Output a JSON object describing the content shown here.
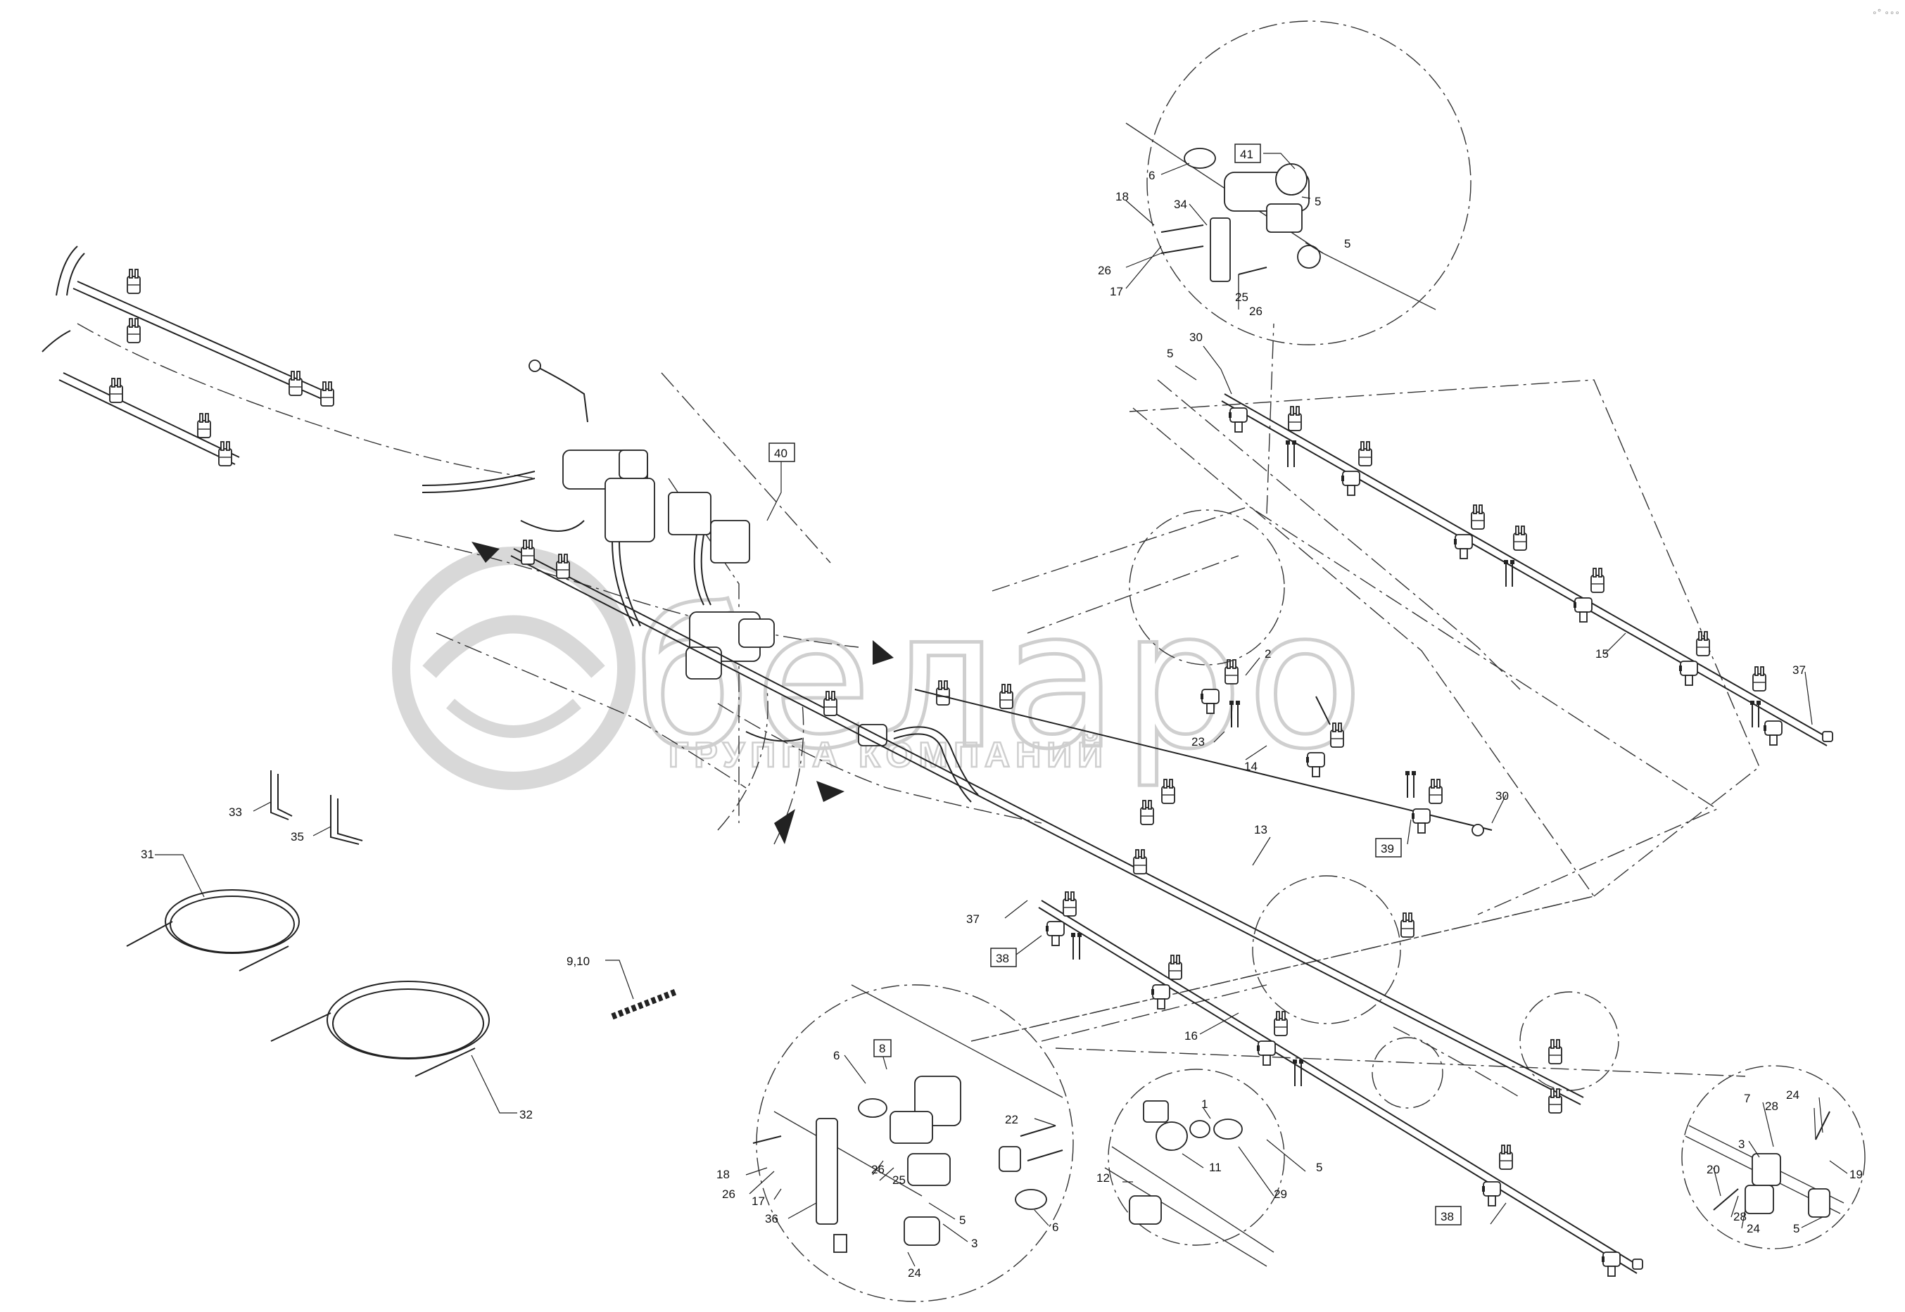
{
  "watermark": {
    "brand": "беларо",
    "subtitle": "ГРУППА КОМПАНИЙ"
  },
  "corner_mark": "∘° ∘∘∘",
  "callouts": [
    {
      "id": "c41",
      "text": "41",
      "boxed": true
    },
    {
      "id": "c6a",
      "text": "6"
    },
    {
      "id": "c5a",
      "text": "5"
    },
    {
      "id": "c18a",
      "text": "18"
    },
    {
      "id": "c34",
      "text": "34"
    },
    {
      "id": "c5b",
      "text": "5"
    },
    {
      "id": "c26a",
      "text": "26"
    },
    {
      "id": "c17a",
      "text": "17"
    },
    {
      "id": "c25a",
      "text": "25"
    },
    {
      "id": "c26b",
      "text": "26"
    },
    {
      "id": "c30a",
      "text": "30"
    },
    {
      "id": "c5c",
      "text": "5"
    },
    {
      "id": "c40",
      "text": "40",
      "boxed": true
    },
    {
      "id": "c15",
      "text": "15"
    },
    {
      "id": "c37a",
      "text": "37"
    },
    {
      "id": "c2",
      "text": "2"
    },
    {
      "id": "c23",
      "text": "23"
    },
    {
      "id": "c14",
      "text": "14"
    },
    {
      "id": "c30b",
      "text": "30"
    },
    {
      "id": "c39",
      "text": "39",
      "boxed": true
    },
    {
      "id": "c13",
      "text": "13"
    },
    {
      "id": "c33",
      "text": "33"
    },
    {
      "id": "c35",
      "text": "35"
    },
    {
      "id": "c31",
      "text": "31"
    },
    {
      "id": "c37b",
      "text": "37"
    },
    {
      "id": "c38a",
      "text": "38",
      "boxed": true
    },
    {
      "id": "c910",
      "text": "9,10"
    },
    {
      "id": "c16",
      "text": "16"
    },
    {
      "id": "c32",
      "text": "32"
    },
    {
      "id": "c8",
      "text": "8",
      "boxed": true
    },
    {
      "id": "c6b",
      "text": "6"
    },
    {
      "id": "c22",
      "text": "22"
    },
    {
      "id": "c18b",
      "text": "18"
    },
    {
      "id": "c26c",
      "text": "26"
    },
    {
      "id": "c26d",
      "text": "26"
    },
    {
      "id": "c25b",
      "text": "25"
    },
    {
      "id": "c17b",
      "text": "17"
    },
    {
      "id": "c36",
      "text": "36"
    },
    {
      "id": "c5d",
      "text": "5"
    },
    {
      "id": "c3a",
      "text": "3"
    },
    {
      "id": "c6c",
      "text": "6"
    },
    {
      "id": "c24a",
      "text": "24"
    },
    {
      "id": "c1",
      "text": "1"
    },
    {
      "id": "c12",
      "text": "12"
    },
    {
      "id": "c11",
      "text": "11"
    },
    {
      "id": "c5e",
      "text": "5"
    },
    {
      "id": "c29",
      "text": "29"
    },
    {
      "id": "c38b",
      "text": "38",
      "boxed": true
    },
    {
      "id": "c7",
      "text": "7"
    },
    {
      "id": "c28a",
      "text": "28"
    },
    {
      "id": "c24b",
      "text": "24"
    },
    {
      "id": "c3b",
      "text": "3"
    },
    {
      "id": "c19",
      "text": "19"
    },
    {
      "id": "c20",
      "text": "20"
    },
    {
      "id": "c28b",
      "text": "28"
    },
    {
      "id": "c24c",
      "text": "24"
    },
    {
      "id": "c5f",
      "text": "5"
    }
  ]
}
